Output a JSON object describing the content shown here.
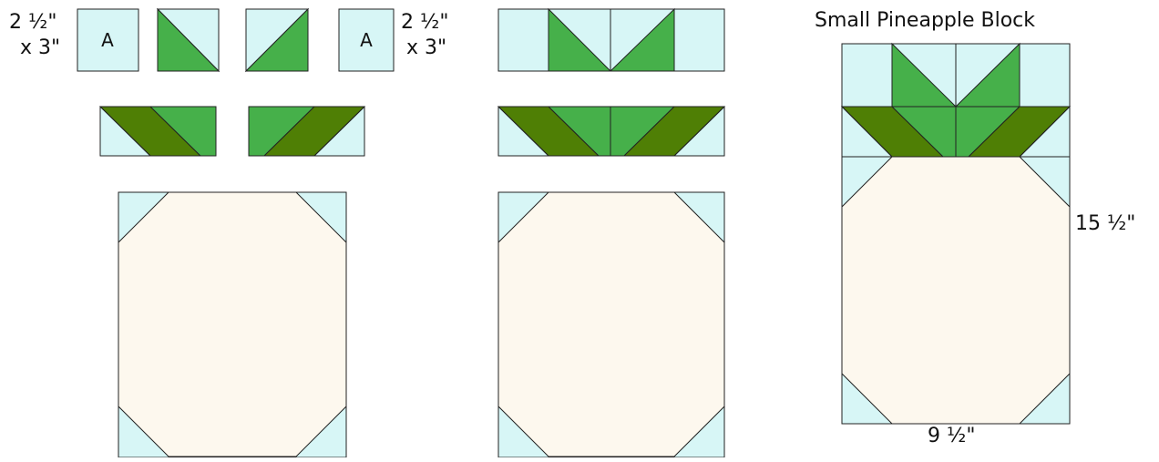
{
  "labels": {
    "left_size_line1": "2 ½\"",
    "left_size_line2": "x 3\"",
    "right_size_line1": "2 ½\"",
    "right_size_line2": "x 3\"",
    "piece_a_letter": "A",
    "block_title": "Small Pineapple Block",
    "height_dimension": "15 ½\"",
    "width_dimension": "9 ½\""
  },
  "colors": {
    "background_fabric": "#d7f6f6",
    "leaf_light": "#46b04a",
    "leaf_dark": "#4f7f05",
    "pineapple_body": "#fdf8ee",
    "outline": "#222222"
  }
}
